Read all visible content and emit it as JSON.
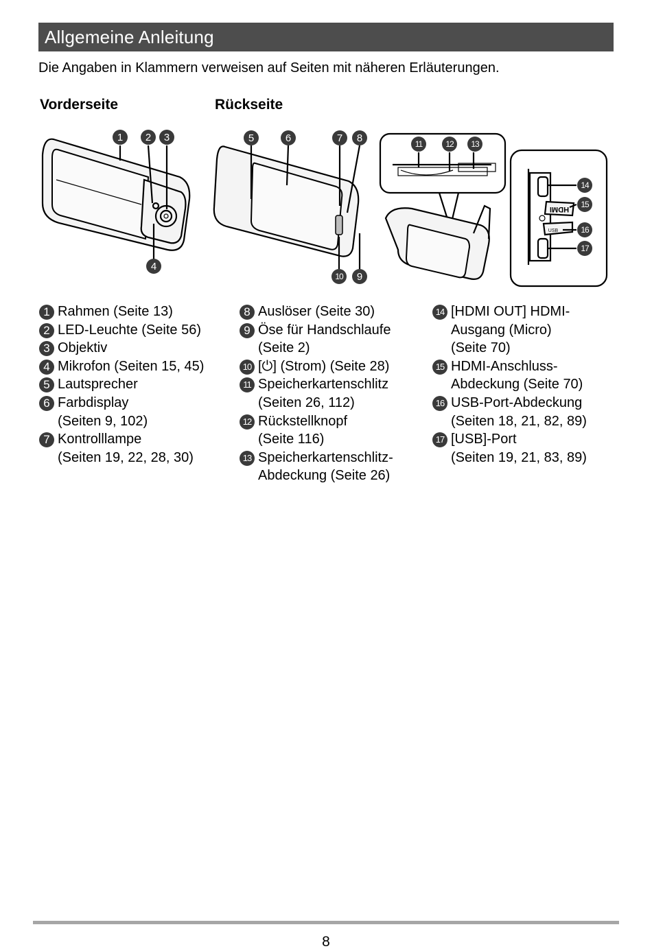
{
  "header": {
    "title": "Allgemeine Anleitung",
    "intro": "Die Angaben in Klammern verweisen auf Seiten mit näheren Erläuterungen."
  },
  "labels": {
    "front": "Vorderseite",
    "back": "Rückseite"
  },
  "figure": {
    "hdmi_text": "HDMI",
    "usb_text": "USB"
  },
  "parts": {
    "col1": [
      {
        "num": "1",
        "text": "Rahmen (Seite 13)"
      },
      {
        "num": "2",
        "text": "LED-Leuchte (Seite 56)"
      },
      {
        "num": "3",
        "text": "Objektiv"
      },
      {
        "num": "4",
        "text": "Mikrofon (Seiten 15, 45)"
      },
      {
        "num": "5",
        "text": "Lautsprecher"
      },
      {
        "num": "6",
        "text": "Farbdisplay\n(Seiten 9, 102)"
      },
      {
        "num": "7",
        "text": "Kontrolllampe\n(Seiten 19, 22, 28, 30)"
      }
    ],
    "col2": [
      {
        "num": "8",
        "text": "Auslöser (Seite 30)"
      },
      {
        "num": "9",
        "text": "Öse für Handschlaufe\n(Seite 2)"
      },
      {
        "num": "10",
        "text": "[⏻] (Strom) (Seite 28)"
      },
      {
        "num": "11",
        "text": "Speicherkartenschlitz\n(Seiten 26, 112)"
      },
      {
        "num": "12",
        "text": "Rückstellknopf\n(Seite 116)"
      },
      {
        "num": "13",
        "text": "Speicherkartenschlitz-\nAbdeckung (Seite 26)"
      }
    ],
    "col3": [
      {
        "num": "14",
        "text": "[HDMI OUT] HDMI-\nAusgang (Micro)\n(Seite 70)"
      },
      {
        "num": "15",
        "text": "HDMI-Anschluss-\nAbdeckung (Seite 70)"
      },
      {
        "num": "16",
        "text": "USB-Port-Abdeckung\n(Seiten 18, 21, 82, 89)"
      },
      {
        "num": "17",
        "text": "[USB]-Port\n(Seiten 19, 21, 83, 89)"
      }
    ]
  },
  "footer": {
    "page_number": "8"
  },
  "colors": {
    "title_bar": "#4d4d4d",
    "marker": "#3a3a3a",
    "footer_rule": "#a6a6a6"
  }
}
